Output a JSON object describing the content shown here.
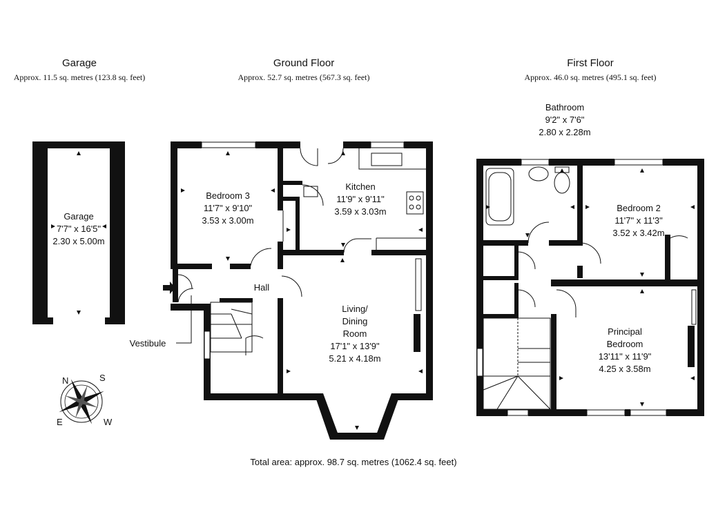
{
  "sections": {
    "garage": {
      "title": "Garage",
      "area": "Approx. 11.5 sq. metres (123.8 sq. feet)"
    },
    "ground": {
      "title": "Ground Floor",
      "area": "Approx. 52.7 sq. metres (567.3 sq. feet)"
    },
    "first": {
      "title": "First Floor",
      "area": "Approx. 46.0 sq. metres (495.1 sq. feet)"
    }
  },
  "rooms": {
    "garage": {
      "name": "Garage",
      "imperial": "7'7\" x 16'5\"",
      "metric": "2.30 x 5.00m"
    },
    "bedroom3": {
      "name": "Bedroom 3",
      "imperial": "11'7\" x 9'10\"",
      "metric": "3.53 x 3.00m"
    },
    "kitchen": {
      "name": "Kitchen",
      "imperial": "11'9\" x 9'11\"",
      "metric": "3.59 x 3.03m"
    },
    "hall": {
      "name": "Hall"
    },
    "living": {
      "name1": "Living/",
      "name2": "Dining",
      "name3": "Room",
      "imperial": "17'1\" x 13'9\"",
      "metric": "5.21 x 4.18m"
    },
    "vestibule": {
      "name": "Vestibule"
    },
    "bathroom": {
      "name": "Bathroom",
      "imperial": "9'2\" x 7'6\"",
      "metric": "2.80 x 2.28m"
    },
    "bedroom2": {
      "name": "Bedroom 2",
      "imperial": "11'7\" x 11'3\"",
      "metric": "3.52 x 3.42m"
    },
    "principal": {
      "name1": "Principal",
      "name2": "Bedroom",
      "imperial": "13'11\" x 11'9\"",
      "metric": "4.25 x 3.58m"
    }
  },
  "compass": {
    "n": "N",
    "s": "S",
    "e": "E",
    "w": "W"
  },
  "total_area": "Total area: approx. 98.7 sq. metres (1062.4 sq. feet)"
}
